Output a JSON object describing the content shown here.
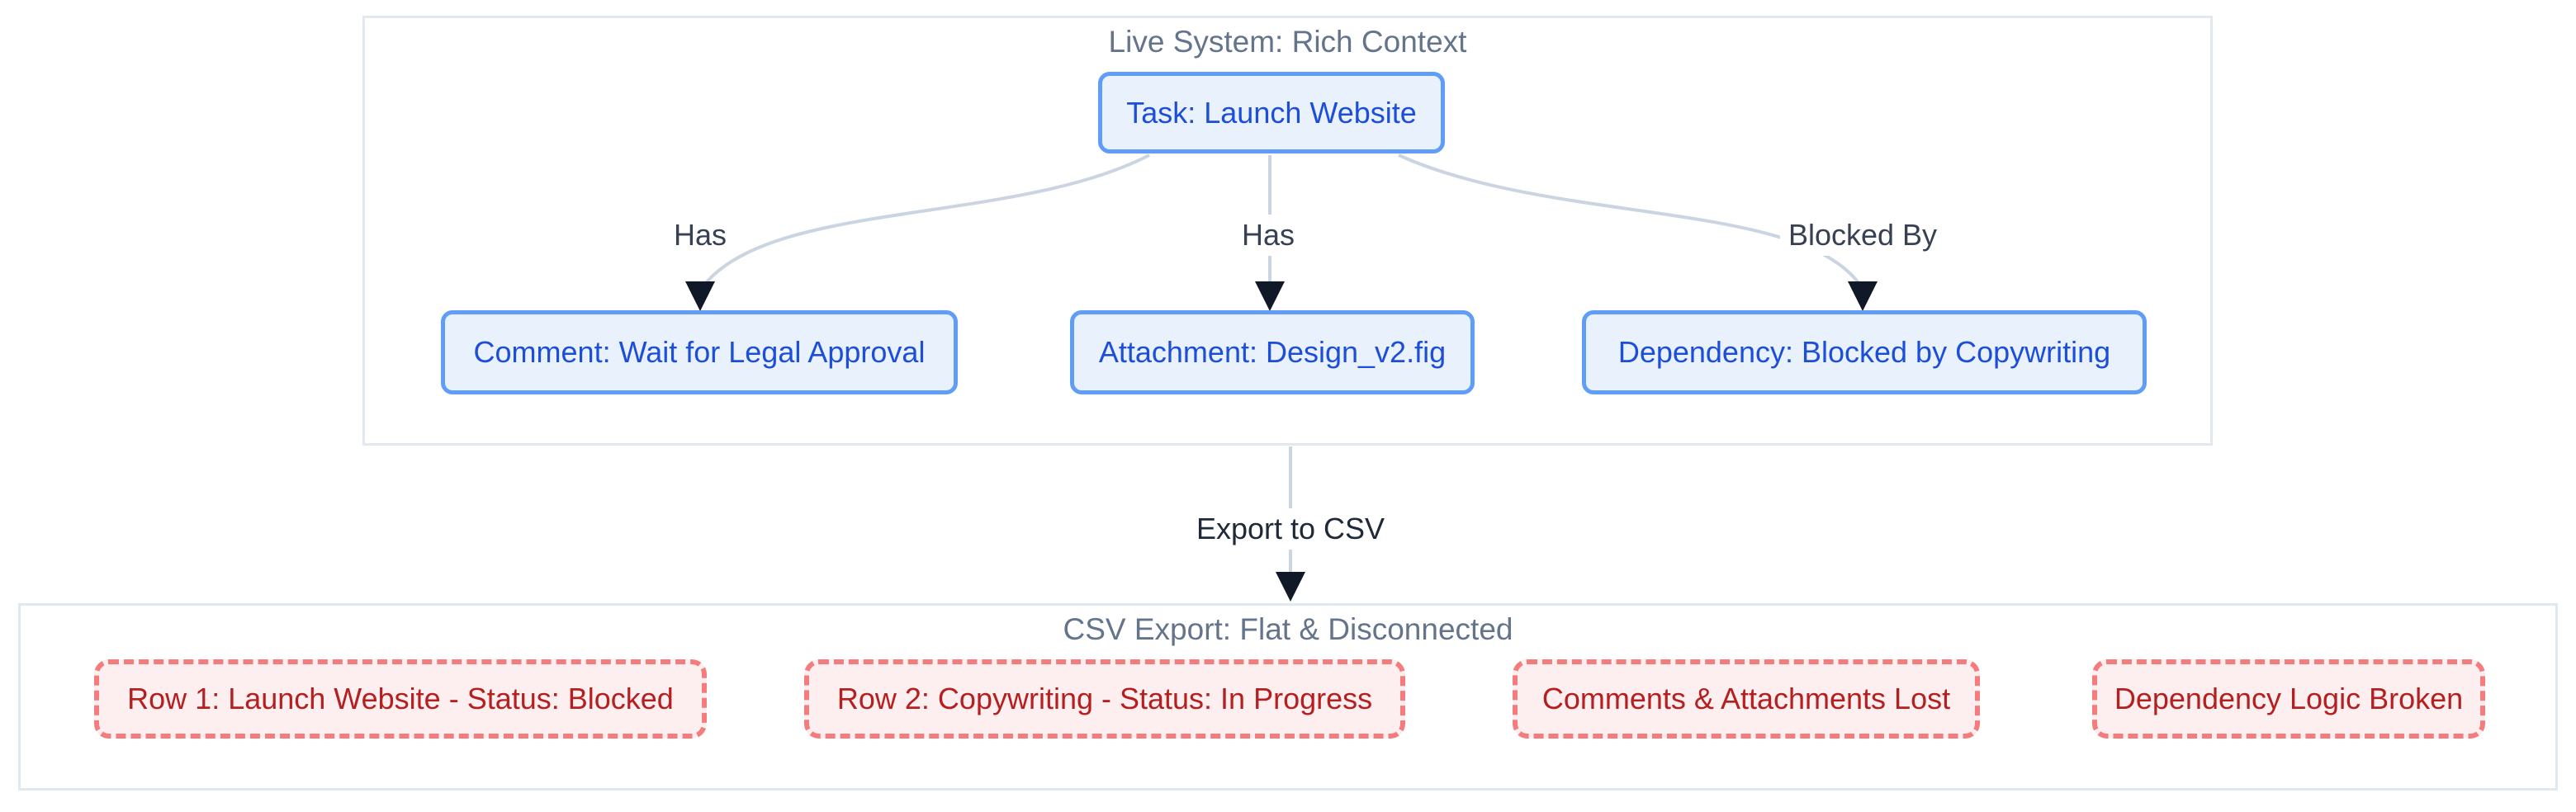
{
  "diagram": {
    "live_system": {
      "title": "Live System: Rich Context",
      "nodes": {
        "task": "Task: Launch Website",
        "comment": "Comment: Wait for Legal Approval",
        "attachment": "Attachment: Design_v2.fig",
        "dependency": "Dependency: Blocked by Copywriting"
      },
      "edges": {
        "has1": "Has",
        "has2": "Has",
        "blocked_by": "Blocked By"
      }
    },
    "export_edge_label": "Export to CSV",
    "csv_export": {
      "title": "CSV Export: Flat & Disconnected",
      "nodes": {
        "row1": "Row 1: Launch Website - Status: Blocked",
        "row2": "Row 2: Copywriting - Status: In Progress",
        "lost": "Comments & Attachments Lost",
        "broken": "Dependency Logic Broken"
      }
    },
    "colors": {
      "live_node_border": "#5f9df6",
      "live_node_fill": "#e9f1fc",
      "live_node_text": "#1d4ed8",
      "csv_node_border": "#f47c7c",
      "csv_node_fill": "#fdeef0",
      "csv_node_text": "#b42020",
      "cluster_border": "#e2e8f0",
      "cluster_title_text": "#64748b",
      "edge_line": "#cbd5e1",
      "arrowhead": "#111827",
      "edge_label_text": "#374151"
    }
  }
}
